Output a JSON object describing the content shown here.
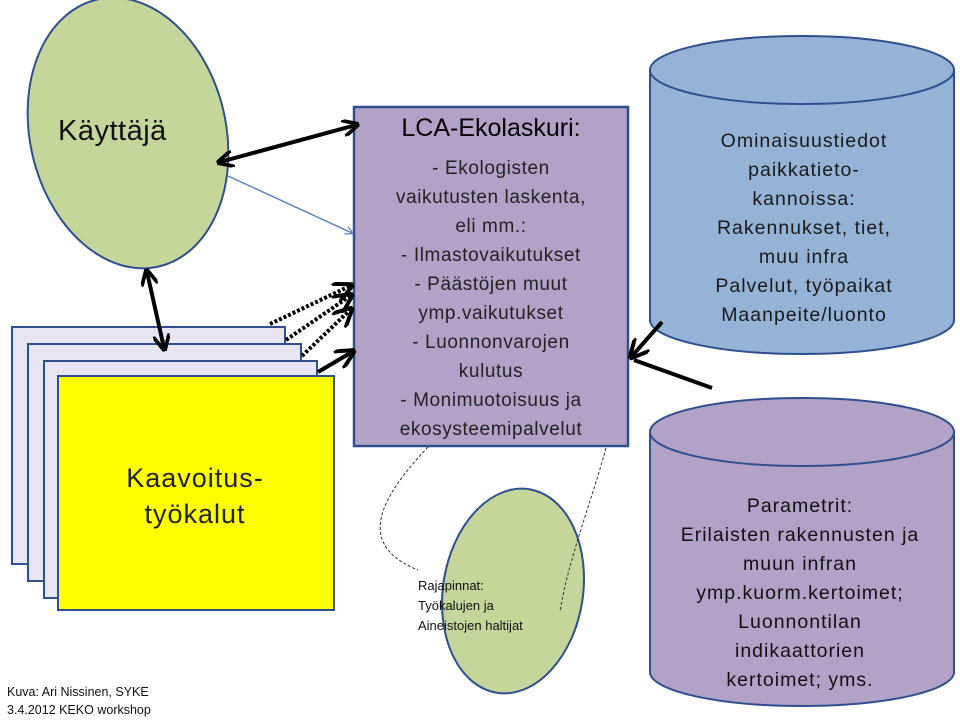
{
  "user_node": {
    "label": "Käyttäjä"
  },
  "lca_box": {
    "title": "LCA-Ekolaskuri:",
    "lines": [
      "- Ekologisten",
      "vaikutusten laskenta,",
      "eli mm.:",
      "- Ilmastovaikutukset",
      "- Päästöjen muut",
      "ymp.vaikutukset",
      "- Luonnonvarojen",
      "kulutus",
      "- Monimuotoisuus ja",
      "ekosysteemipalvelut"
    ]
  },
  "data_cylinder": {
    "lines": [
      "Ominaisuustiedot",
      "paikkatieto-",
      "kannoissa:",
      "Rakennukset, tiet,",
      "muu infra",
      "Palvelut, työpaikat",
      "Maanpeite/luonto"
    ]
  },
  "param_cylinder": {
    "lines": [
      "Parametrit:",
      "Erilaisten rakennusten ja",
      "muun infran",
      "ymp.kuorm.kertoimet;",
      "Luonnontilan",
      "indikaattorien",
      "kertoimet; yms."
    ]
  },
  "tools_stack": {
    "line1": "Kaavoitus-",
    "line2": "työkalut"
  },
  "interface_node": {
    "lines": [
      "Rajapinnat:",
      "Työkalujen ja",
      "Aineistojen haltijat"
    ]
  },
  "credit": {
    "line1": "Kuva: Ari Nissinen, SYKE",
    "line2": "3.4.2012 KEKO workshop"
  },
  "colors": {
    "green_ellipse": "#c5d69b",
    "purple_box": "#b3a2c7",
    "blue_cylinder": "#95b3d7",
    "purple_cylinder": "#b3a2c7",
    "yellow_box": "#ffff00",
    "stack_back": "#e8e5f3",
    "outline": "#2f4f8f"
  }
}
